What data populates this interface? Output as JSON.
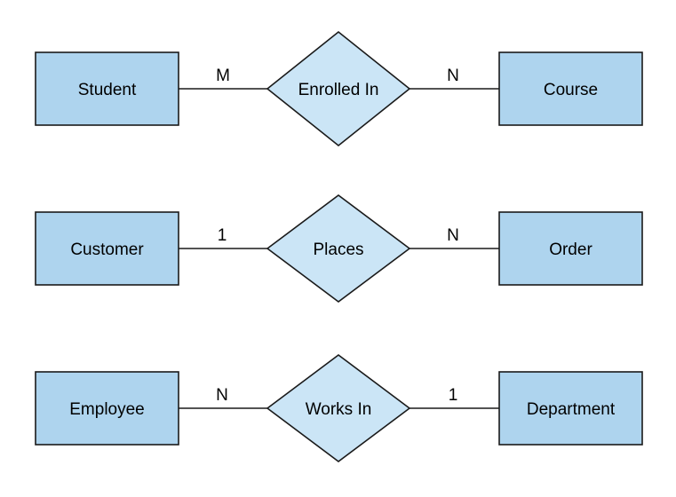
{
  "diagram": {
    "type": "entity-relationship-diagram",
    "colors": {
      "entity_fill": "#AED4EE",
      "relationship_fill": "#CBE5F6",
      "stroke": "#1A1A1A",
      "text": "#000000",
      "background": "#FFFFFF"
    },
    "relationships": [
      {
        "left_entity": "Student",
        "left_cardinality": "M",
        "relationship": "Enrolled In",
        "right_cardinality": "N",
        "right_entity": "Course"
      },
      {
        "left_entity": "Customer",
        "left_cardinality": "1",
        "relationship": "Places",
        "right_cardinality": "N",
        "right_entity": "Order"
      },
      {
        "left_entity": "Employee",
        "left_cardinality": "N",
        "relationship": "Works In",
        "right_cardinality": "1",
        "right_entity": "Department"
      }
    ]
  }
}
